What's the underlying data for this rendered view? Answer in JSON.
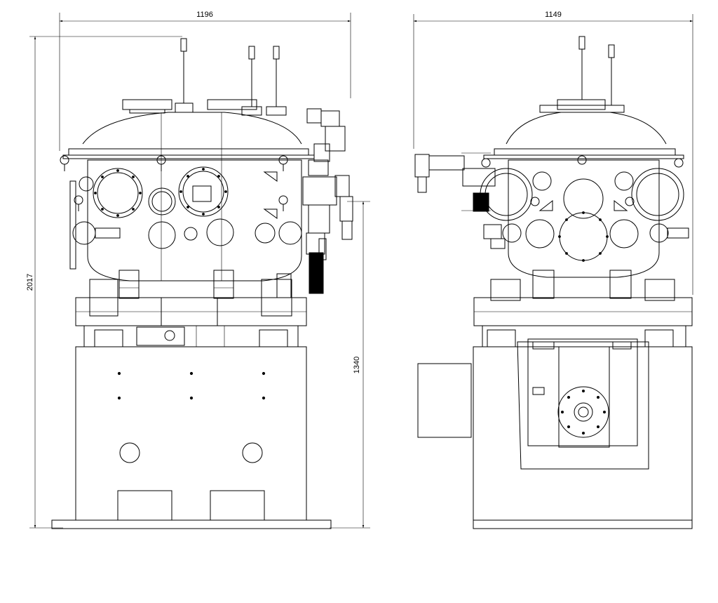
{
  "drawing": {
    "type": "technical-elevation-drawing",
    "views": [
      {
        "view": "front",
        "dimensions": {
          "width": "1196",
          "total_height": "2017",
          "frame_height": "1340"
        }
      },
      {
        "view": "side",
        "dimensions": {
          "width": "1149"
        }
      }
    ]
  }
}
